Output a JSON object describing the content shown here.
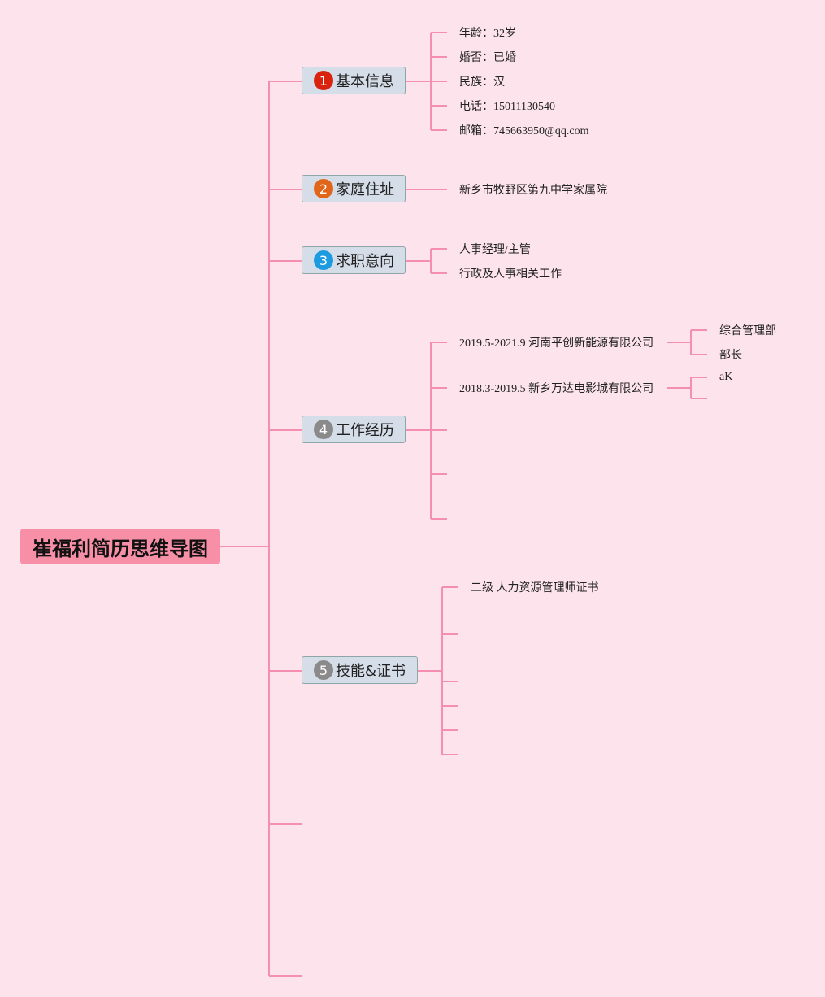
{
  "root": "崔福利简历思维导图",
  "colors": {
    "line": "#f48fb1",
    "root": "#f78fa7",
    "node": "#d5dde8"
  },
  "branches": [
    {
      "num": "1",
      "label": "基本信息",
      "color": "#d9230f",
      "items": [
        "年龄：32岁",
        "婚否：已婚",
        "民族：汉",
        "电话：15011130540",
        "邮箱：745663950@qq.com"
      ]
    },
    {
      "num": "2",
      "label": "家庭住址",
      "color": "#e2661a",
      "items": [
        "新乡市牧野区第九中学家属院"
      ]
    },
    {
      "num": "3",
      "label": "求职意向",
      "color": "#1d9be0",
      "items": [
        "人事经理/主管",
        "行政及人事相关工作"
      ]
    },
    {
      "num": "4",
      "label": "工作经历",
      "color": "#8a8a8a",
      "items": [
        "2019.5-2021.9 河南平创新能源有限公司",
        "2018.3-2019.5 新乡万达电影城有限公司"
      ],
      "sub": [
        [
          "综合管理部",
          "部长"
        ],
        [
          "aK"
        ]
      ]
    },
    {
      "num": "5",
      "label": "技能&证书",
      "color": "#8a8a8a",
      "items": [
        "二级 人力资源管理师证书"
      ]
    }
  ]
}
